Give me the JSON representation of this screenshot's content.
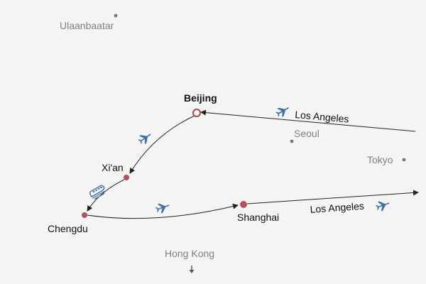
{
  "colors": {
    "background": "#f4f4f4",
    "route_line": "#222222",
    "city_dot": "#b5505a",
    "reference_city": "#777777",
    "plane_icon": "#3a72a8",
    "train_icon": "#3a72a8"
  },
  "cities": {
    "beijing": "Beijing",
    "xian": "Xi'an",
    "chengdu": "Chengdu",
    "shanghai": "Shanghai"
  },
  "reference_cities": {
    "ulaanbaatar": "Ulaanbaatar",
    "seoul": "Seoul",
    "tokyo": "Tokyo",
    "hong_kong": "Hong Kong"
  },
  "route_labels": {
    "arrival_from": "Los Angeles",
    "departure_to": "Los Angeles"
  },
  "route": [
    {
      "from": "Los Angeles",
      "to": "Beijing",
      "mode": "plane-icon"
    },
    {
      "from": "Beijing",
      "to": "Xi'an",
      "mode": "plane-icon"
    },
    {
      "from": "Xi'an",
      "to": "Chengdu",
      "mode": "train-icon"
    },
    {
      "from": "Chengdu",
      "to": "Shanghai",
      "mode": "plane-icon"
    },
    {
      "from": "Shanghai",
      "to": "Los Angeles",
      "mode": "plane-icon"
    }
  ],
  "offscreen_marker_icon": "arrow-down-icon"
}
